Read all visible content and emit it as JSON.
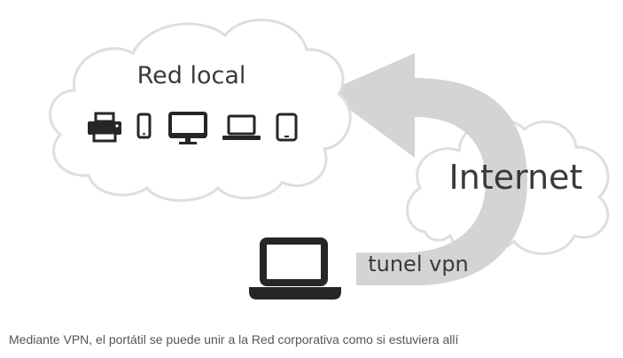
{
  "diagram": {
    "local_cloud_label": "Red local",
    "internet_label": "Internet",
    "tunnel_label": "tunel vpn",
    "device_icons": [
      "printer-icon",
      "smartphone-icon",
      "monitor-icon",
      "laptop-icon",
      "tablet-icon"
    ],
    "remote_device_icon": "laptop-icon"
  },
  "caption": "Mediante VPN, el portátil se puede unir a la Red corporativa como si estuviera allí",
  "colors": {
    "cloud_fill": "#ffffff",
    "cloud_stroke": "#dedede",
    "arrow": "#d4d4d4",
    "icon": "#262626",
    "text": "#3a3a3a",
    "caption_text": "#555555"
  }
}
